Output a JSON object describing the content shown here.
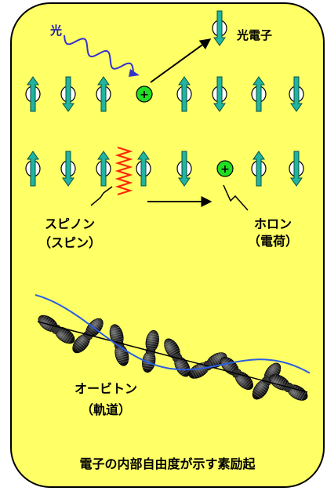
{
  "labels": {
    "light": "光",
    "photoelectron": "光電子",
    "spinon": "スピノン",
    "spinon_sub": "（スピン）",
    "holon": "ホロン",
    "holon_sub": "（電荷）",
    "orbiton": "オービトン",
    "orbiton_sub": "（軌道）",
    "caption": "電子の内部自由度が示す素励起",
    "plus": "+"
  },
  "colors": {
    "panel": "#FFFF66",
    "spin_arrow": "#1FB5A0",
    "spin_outline": "#0A4F45",
    "hole": "#22DD22",
    "photon": "#3333CC",
    "light_label": "#2222AA",
    "zigzag": "#FF2200",
    "wave": "#2A5FDF",
    "orbital": "#111111"
  },
  "rows": [
    {
      "spins": [
        "up",
        "down",
        "up",
        "hole",
        "up",
        "down",
        "up",
        "down"
      ]
    },
    {
      "spins": [
        "up",
        "down",
        "up",
        "up",
        "down",
        "hole",
        "up",
        "down"
      ]
    }
  ]
}
